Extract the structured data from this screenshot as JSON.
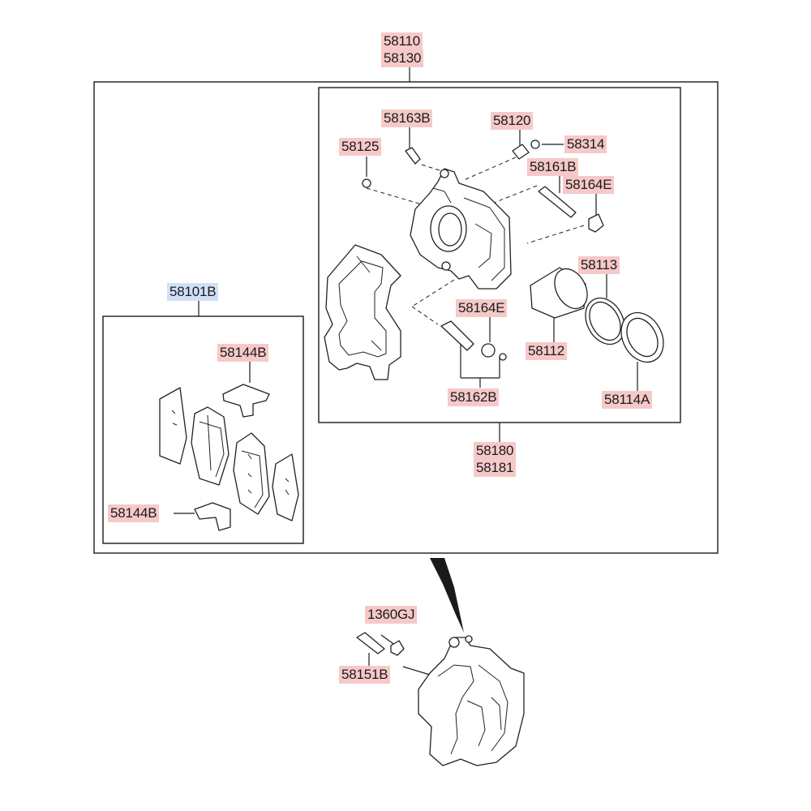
{
  "labels": {
    "assy_front_lh": "58110",
    "assy_front_rh": "58130",
    "pad_kit": "58101B",
    "pad_spring_top": "58144B",
    "pad_spring_bottom": "58144B",
    "guide_bolt_top": "58163B",
    "bleeder": "58120",
    "bleeder_cap": "58314",
    "boot_small": "58125",
    "guide_rod_top": "58161B",
    "guide_boot_top": "58164E",
    "piston_seal": "58113",
    "guide_boot_lower": "58164E",
    "piston": "58112",
    "guide_rod_kit": "58162B",
    "piston_boot": "58114A",
    "carrier_lh": "58180",
    "carrier_rh": "58181",
    "mount_bolt_nut": "1360GJ",
    "mount_bolt": "58151B"
  },
  "colors": {
    "label_highlight": "#f6c9c9",
    "label_selected": "#cfe0f6",
    "line": "#1a1a1a"
  }
}
